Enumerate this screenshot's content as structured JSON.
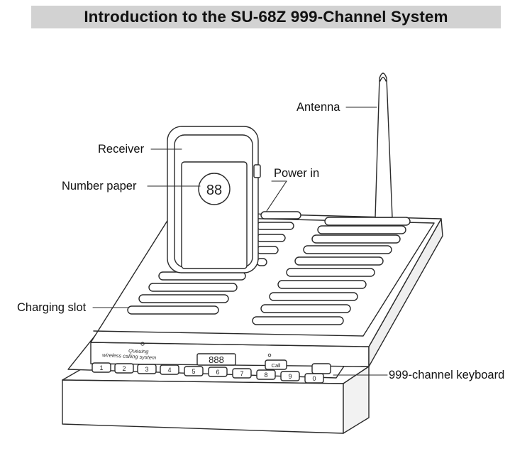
{
  "title": "Introduction to the SU-68Z 999-Channel System",
  "callouts": {
    "antenna": "Antenna",
    "receiver": "Receiver",
    "power_in": "Power in",
    "number_paper": "Number paper",
    "charging_slot": "Charging slot",
    "keyboard": "999-channel keyboard"
  },
  "device": {
    "brand_line1": "Queuing",
    "brand_line2": "wireless calling system",
    "display_digits": "888",
    "receiver_digits": "88",
    "call_label": "Call",
    "keys": [
      "1",
      "2",
      "3",
      "4",
      "5",
      "6",
      "7",
      "8",
      "9",
      "0"
    ]
  },
  "colors": {
    "title_bg": "#d2d2d2",
    "stroke": "#2a2a2a"
  }
}
